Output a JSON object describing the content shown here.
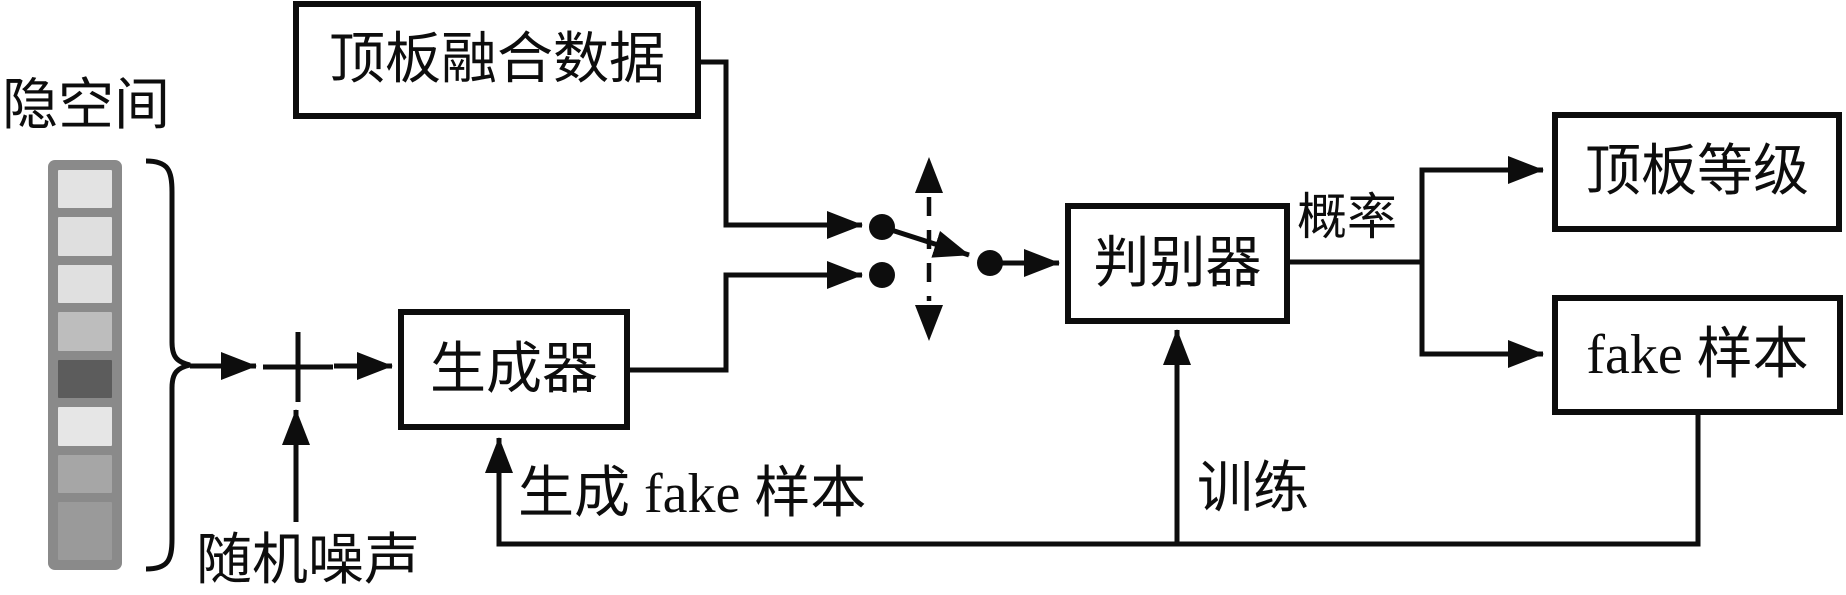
{
  "labels": {
    "latent_space": "隐空间",
    "random_noise": "随机噪声",
    "probability": "概率",
    "generate_fake_sample": "生成 fake 样本",
    "train": "训练"
  },
  "boxes": {
    "roof_fusion_data": "顶板融合数据",
    "generator": "生成器",
    "discriminator": "判别器",
    "roof_grade": "顶板等级",
    "fake_sample": "fake 样本"
  },
  "latent_vector": {
    "frame_color": "#8a8a8a",
    "cells": [
      "#e3e3e3",
      "#dfdfdf",
      "#e0e0e0",
      "#bdbdbd",
      "#5c5c5c",
      "#e6e6e6",
      "#a6a6a6",
      "#9a9a9a"
    ]
  },
  "colors": {
    "ink": "#0d0d0d",
    "background": "#ffffff"
  },
  "icons": {
    "adder": "plus-in-circle",
    "selector_switch": "two-input-switch-with-dashed-toggle-arrow",
    "brace": "right-curly-brace"
  },
  "edges": [
    {
      "from": "latent_space",
      "to": "adder"
    },
    {
      "from": "random_noise",
      "to": "adder"
    },
    {
      "from": "adder",
      "to": "generator"
    },
    {
      "from": "generator",
      "to": "selector_switch"
    },
    {
      "from": "roof_fusion_data",
      "to": "selector_switch"
    },
    {
      "from": "selector_switch",
      "to": "discriminator"
    },
    {
      "from": "discriminator",
      "to": "roof_grade",
      "label": "概率"
    },
    {
      "from": "discriminator",
      "to": "fake_sample",
      "label": "概率"
    },
    {
      "from": "fake_sample",
      "to": "generator",
      "label": "生成 fake 样本"
    },
    {
      "from": "fake_sample",
      "to": "discriminator",
      "label": "训练"
    }
  ]
}
